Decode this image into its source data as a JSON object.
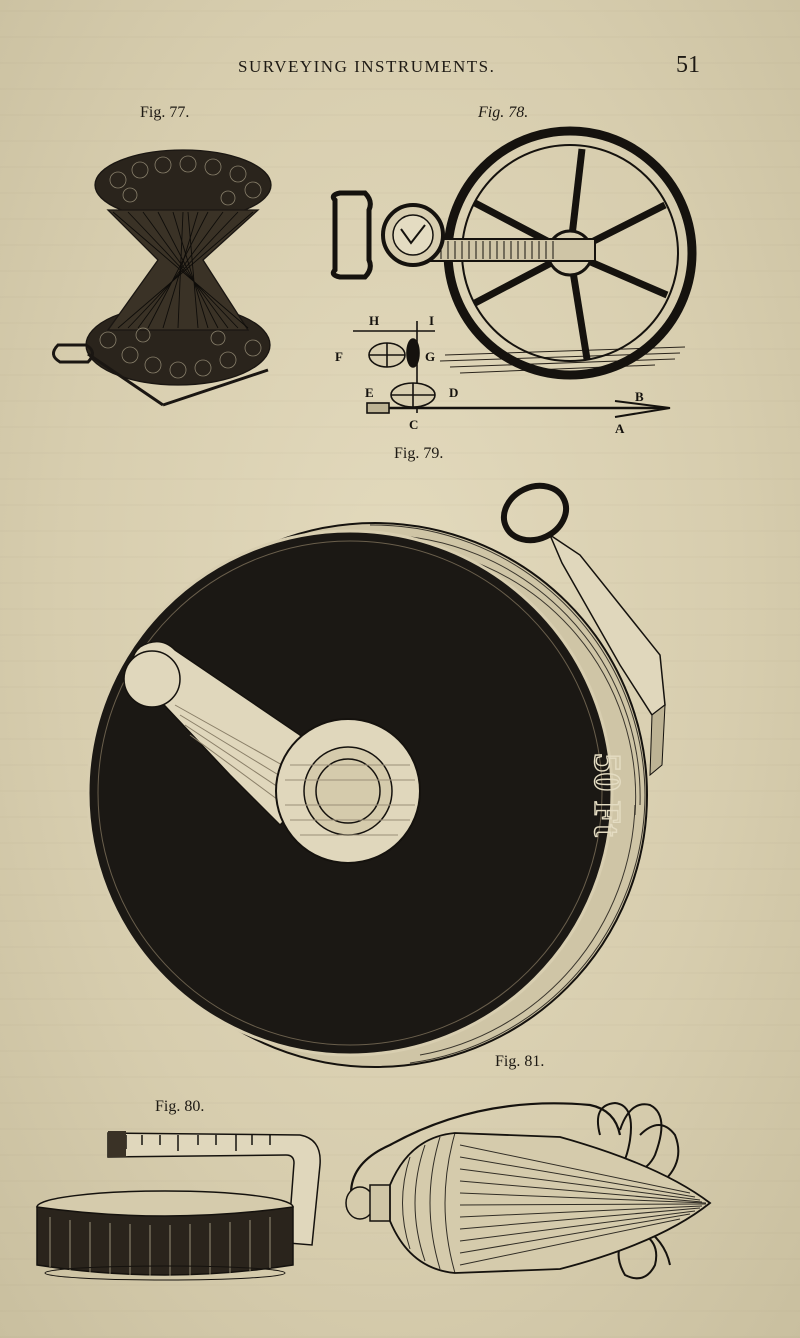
{
  "header": {
    "running_head": "SURVEYING INSTRUMENTS.",
    "page_number": "51"
  },
  "figures": [
    {
      "caption": "Fig. 77.",
      "icon": "surveyor-chain-bundle-icon"
    },
    {
      "caption": "Fig. 78.",
      "icon": "odometer-wheel-icon",
      "labels": [
        "H",
        "I",
        "F",
        "G",
        "E",
        "D",
        "B",
        "C",
        "A"
      ]
    },
    {
      "caption": "Fig. 79.",
      "icon": "measuring-tape-reel-icon",
      "case_text": "50 Ft"
    },
    {
      "caption": "Fig. 80.",
      "icon": "pocket-tape-measure-icon"
    },
    {
      "caption": "Fig. 81.",
      "icon": "plumb-bob-icon"
    }
  ],
  "colors": {
    "paper": "#ddd3b5",
    "ink": "#1e1a14"
  }
}
